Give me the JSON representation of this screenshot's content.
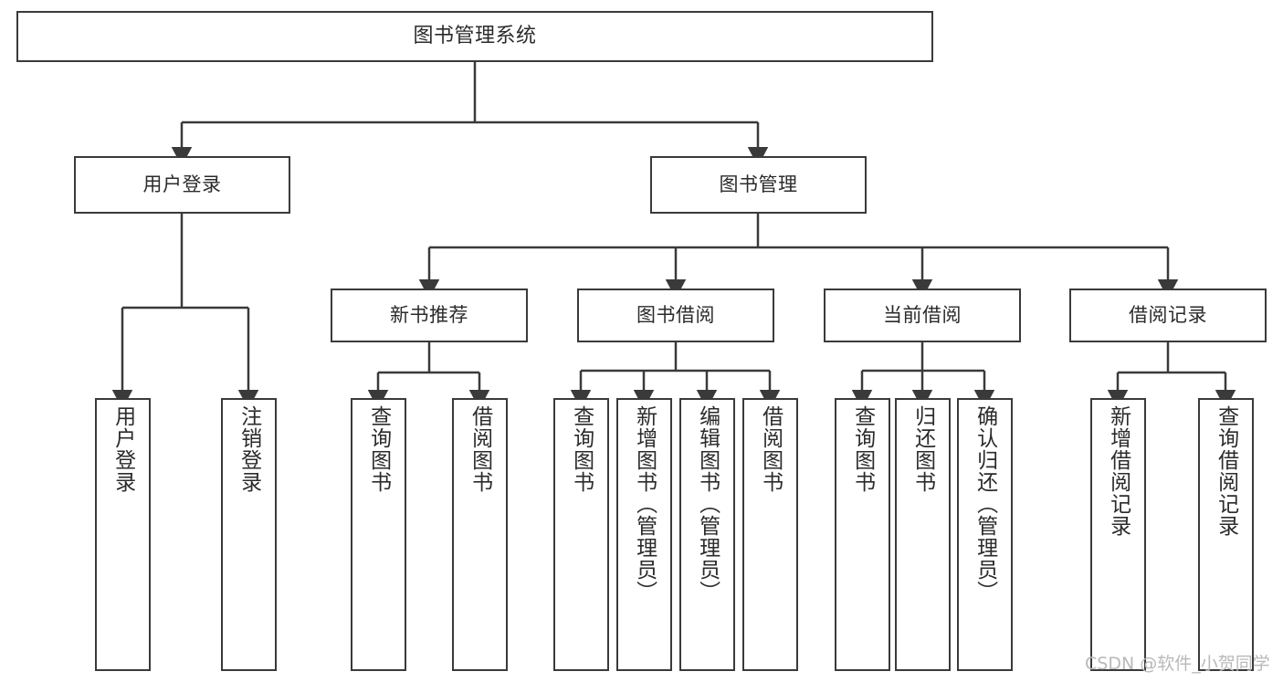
{
  "diagram": {
    "title": "图书管理系统",
    "type": "hierarchy-tree",
    "orientation": "top-down",
    "colors": {
      "box_border": "#3a3a3a",
      "box_fill": "#ffffff",
      "edge": "#3a3a3a",
      "text": "#2b2b2b",
      "watermark": "#b9b9b9",
      "background": "#ffffff"
    },
    "nodes": {
      "root": {
        "label": "图书管理系统"
      },
      "level1": [
        {
          "id": "user-login",
          "label": "用户登录"
        },
        {
          "id": "book-manage",
          "label": "图书管理"
        }
      ],
      "level2": [
        {
          "id": "new-book-recommend",
          "label": "新书推荐"
        },
        {
          "id": "book-borrow",
          "label": "图书借阅"
        },
        {
          "id": "current-borrow",
          "label": "当前借阅"
        },
        {
          "id": "borrow-record",
          "label": "借阅记录"
        }
      ],
      "leaves": {
        "user_login": [
          {
            "id": "leaf-user-login",
            "label": "用户登录"
          },
          {
            "id": "leaf-logout",
            "label": "注销登录"
          }
        ],
        "new_book_recommend": [
          {
            "id": "leaf-query-book-1",
            "label": "查询图书"
          },
          {
            "id": "leaf-borrow-book-1",
            "label": "借阅图书"
          }
        ],
        "book_borrow": [
          {
            "id": "leaf-query-book-2",
            "label": "查询图书"
          },
          {
            "id": "leaf-add-book",
            "label": "新增图书（管理员）"
          },
          {
            "id": "leaf-edit-book",
            "label": "编辑图书（管理员）"
          },
          {
            "id": "leaf-borrow-book-2",
            "label": "借阅图书"
          }
        ],
        "current_borrow": [
          {
            "id": "leaf-query-book-3",
            "label": "查询图书"
          },
          {
            "id": "leaf-return-book",
            "label": "归还图书"
          },
          {
            "id": "leaf-confirm-return",
            "label": "确认归还（管理员）"
          }
        ],
        "borrow_record": [
          {
            "id": "leaf-add-record",
            "label": "新增借阅记录"
          },
          {
            "id": "leaf-query-record",
            "label": "查询借阅记录"
          }
        ]
      }
    },
    "watermark": "CSDN @软件_小贺同学"
  }
}
